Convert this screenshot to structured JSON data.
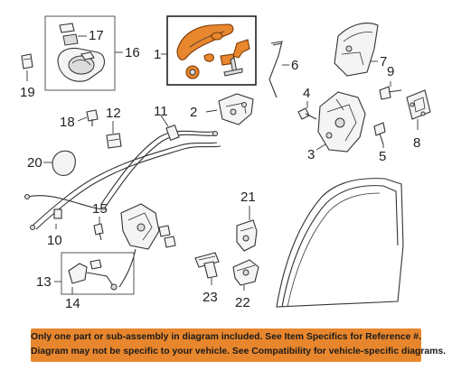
{
  "callouts": {
    "n1": "1",
    "n2": "2",
    "n3": "3",
    "n4": "4",
    "n5": "5",
    "n6": "6",
    "n7": "7",
    "n8": "8",
    "n9": "9",
    "n10": "10",
    "n11": "11",
    "n12": "12",
    "n13": "13",
    "n14": "14",
    "n15": "15",
    "n16": "16",
    "n17": "17",
    "n18": "18",
    "n19": "19",
    "n20": "20",
    "n21": "21",
    "n22": "22",
    "n23": "23"
  },
  "highlighted_part": "1",
  "colors": {
    "highlight": "#e8872e",
    "footer": "#e8862d"
  },
  "footer": {
    "line1": "Only one part or sub-assembly in diagram included. See Item Specifics for Reference #.",
    "line2": "Diagram may not be specific to your vehicle. See Compatibility for vehicle-specific diagrams."
  }
}
